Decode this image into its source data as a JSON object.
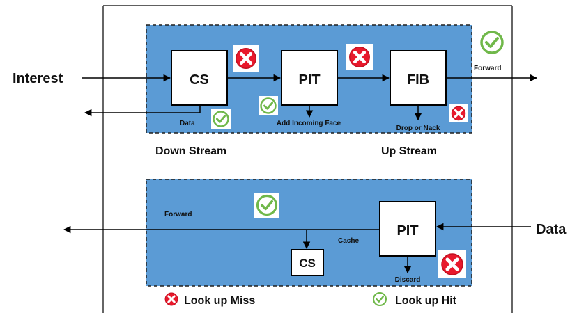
{
  "colors": {
    "panel_fill": "#5b9bd5",
    "panel_border": "#1f1f1f",
    "hit_green": "#70b84a",
    "miss_red": "#e8192c",
    "box_fill": "#ffffff",
    "line": "#000000"
  },
  "icons": {
    "hit": "check-circle-icon",
    "miss": "x-circle-icon"
  },
  "interest_path": {
    "input_label": "Interest",
    "cs_label": "CS",
    "pit_label": "PIT",
    "fib_label": "FIB",
    "forward_label": "Forward",
    "data_label": "Data",
    "add_face_label": "Add Incoming Face",
    "drop_label": "Drop or Nack"
  },
  "data_path": {
    "input_label": "Data",
    "pit_label": "PIT",
    "cs_label": "CS",
    "forward_label": "Forward",
    "cache_label": "Cache",
    "discard_label": "Discard"
  },
  "labels": {
    "downstream": "Down Stream",
    "upstream": "Up Stream"
  },
  "legend": {
    "miss": "Look up Miss",
    "hit": "Look up Hit"
  }
}
